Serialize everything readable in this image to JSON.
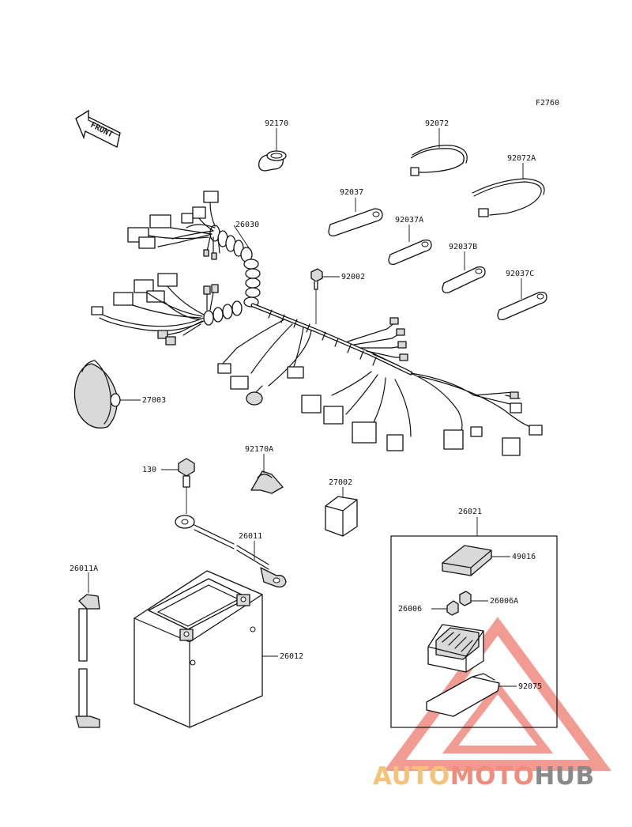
{
  "figure_code": "F2760",
  "front_label": "FRONT",
  "parts": {
    "p92170": "92170",
    "p92072": "92072",
    "p92072a": "92072A",
    "p92037": "92037",
    "p92037a": "92037A",
    "p92037b": "92037B",
    "p92037c": "92037C",
    "p26030": "26030",
    "p92002": "92002",
    "p27003": "27003",
    "p92170a": "92170A",
    "p130": "130",
    "p27002": "27002",
    "p26021": "26021",
    "p49016": "49016",
    "p26006": "26006",
    "p26006a": "26006A",
    "p92075": "92075",
    "p26011": "26011",
    "p26011a": "26011A",
    "p26012": "26012"
  },
  "watermark": {
    "part1": "AUTO",
    "part2": "MOTO",
    "part3": "HUB",
    "color1": "#f5c27a",
    "color2": "#f08c7e",
    "color3": "#8a8a8a",
    "triangle_color": "#e84a3b"
  }
}
